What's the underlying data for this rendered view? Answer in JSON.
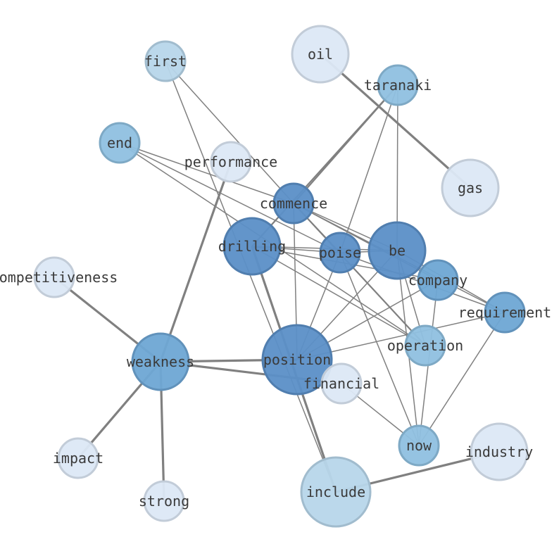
{
  "colors": {
    "dark": "#5b8fc7",
    "mid": "#6ea6d4",
    "light": "#8fc0e0",
    "pale": "#b7d6ea",
    "faint": "#dce8f5",
    "edge": "#808080",
    "label": "#3a3a3a"
  },
  "nodes": [
    {
      "id": "oil",
      "label": "oil",
      "shade": "faint"
    },
    {
      "id": "first",
      "label": "first",
      "shade": "pale"
    },
    {
      "id": "taranaki",
      "label": "taranaki",
      "shade": "light"
    },
    {
      "id": "end",
      "label": "end",
      "shade": "light"
    },
    {
      "id": "performance",
      "label": "performance",
      "shade": "faint"
    },
    {
      "id": "gas",
      "label": "gas",
      "shade": "faint"
    },
    {
      "id": "commence",
      "label": "commence",
      "shade": "dark"
    },
    {
      "id": "drilling",
      "label": "drilling",
      "shade": "dark"
    },
    {
      "id": "poise",
      "label": "poise",
      "shade": "dark"
    },
    {
      "id": "be",
      "label": "be",
      "shade": "dark"
    },
    {
      "id": "company",
      "label": "company",
      "shade": "mid"
    },
    {
      "id": "competitiveness",
      "label": "competitiveness",
      "shade": "faint"
    },
    {
      "id": "requirement",
      "label": "requirement",
      "shade": "mid"
    },
    {
      "id": "operation",
      "label": "operation",
      "shade": "light"
    },
    {
      "id": "weakness",
      "label": "weakness",
      "shade": "mid"
    },
    {
      "id": "position",
      "label": "position",
      "shade": "dark"
    },
    {
      "id": "financial",
      "label": "financial",
      "shade": "faint"
    },
    {
      "id": "impact",
      "label": "impact",
      "shade": "faint"
    },
    {
      "id": "now",
      "label": "now",
      "shade": "light"
    },
    {
      "id": "industry",
      "label": "industry",
      "shade": "faint"
    },
    {
      "id": "strong",
      "label": "strong",
      "shade": "faint"
    },
    {
      "id": "include",
      "label": "include",
      "shade": "pale"
    }
  ],
  "edges": [
    {
      "source": "oil",
      "target": "gas",
      "weight": "heavy"
    },
    {
      "source": "first",
      "target": "commence",
      "weight": "light"
    },
    {
      "source": "first",
      "target": "include",
      "weight": "light"
    },
    {
      "source": "taranaki",
      "target": "commence",
      "weight": "medium"
    },
    {
      "source": "taranaki",
      "target": "drilling",
      "weight": "medium"
    },
    {
      "source": "taranaki",
      "target": "poise",
      "weight": "light"
    },
    {
      "source": "taranaki",
      "target": "be",
      "weight": "light"
    },
    {
      "source": "end",
      "target": "commence",
      "weight": "light"
    },
    {
      "source": "end",
      "target": "poise",
      "weight": "light"
    },
    {
      "source": "end",
      "target": "operation",
      "weight": "light"
    },
    {
      "source": "performance",
      "target": "weakness",
      "weight": "heavy"
    },
    {
      "source": "commence",
      "target": "be",
      "weight": "light"
    },
    {
      "source": "commence",
      "target": "poise",
      "weight": "light"
    },
    {
      "source": "commence",
      "target": "company",
      "weight": "light"
    },
    {
      "source": "commence",
      "target": "requirement",
      "weight": "light"
    },
    {
      "source": "commence",
      "target": "operation",
      "weight": "medium"
    },
    {
      "source": "commence",
      "target": "position",
      "weight": "light"
    },
    {
      "source": "drilling",
      "target": "poise",
      "weight": "light"
    },
    {
      "source": "drilling",
      "target": "be",
      "weight": "light"
    },
    {
      "source": "drilling",
      "target": "company",
      "weight": "light"
    },
    {
      "source": "drilling",
      "target": "include",
      "weight": "heavy"
    },
    {
      "source": "drilling",
      "target": "operation",
      "weight": "light"
    },
    {
      "source": "poise",
      "target": "be",
      "weight": "light"
    },
    {
      "source": "poise",
      "target": "requirement",
      "weight": "light"
    },
    {
      "source": "poise",
      "target": "position",
      "weight": "light"
    },
    {
      "source": "poise",
      "target": "now",
      "weight": "light"
    },
    {
      "source": "be",
      "target": "requirement",
      "weight": "light"
    },
    {
      "source": "be",
      "target": "position",
      "weight": "light"
    },
    {
      "source": "be",
      "target": "operation",
      "weight": "light"
    },
    {
      "source": "be",
      "target": "now",
      "weight": "light"
    },
    {
      "source": "company",
      "target": "position",
      "weight": "light"
    },
    {
      "source": "company",
      "target": "now",
      "weight": "light"
    },
    {
      "source": "requirement",
      "target": "position",
      "weight": "light"
    },
    {
      "source": "requirement",
      "target": "now",
      "weight": "light"
    },
    {
      "source": "competitiveness",
      "target": "weakness",
      "weight": "heavy"
    },
    {
      "source": "weakness",
      "target": "position",
      "weight": "heavy"
    },
    {
      "source": "weakness",
      "target": "financial",
      "weight": "heavy"
    },
    {
      "source": "weakness",
      "target": "impact",
      "weight": "heavy"
    },
    {
      "source": "weakness",
      "target": "strong",
      "weight": "heavy"
    },
    {
      "source": "financial",
      "target": "now",
      "weight": "light"
    },
    {
      "source": "include",
      "target": "industry",
      "weight": "heavy"
    }
  ]
}
